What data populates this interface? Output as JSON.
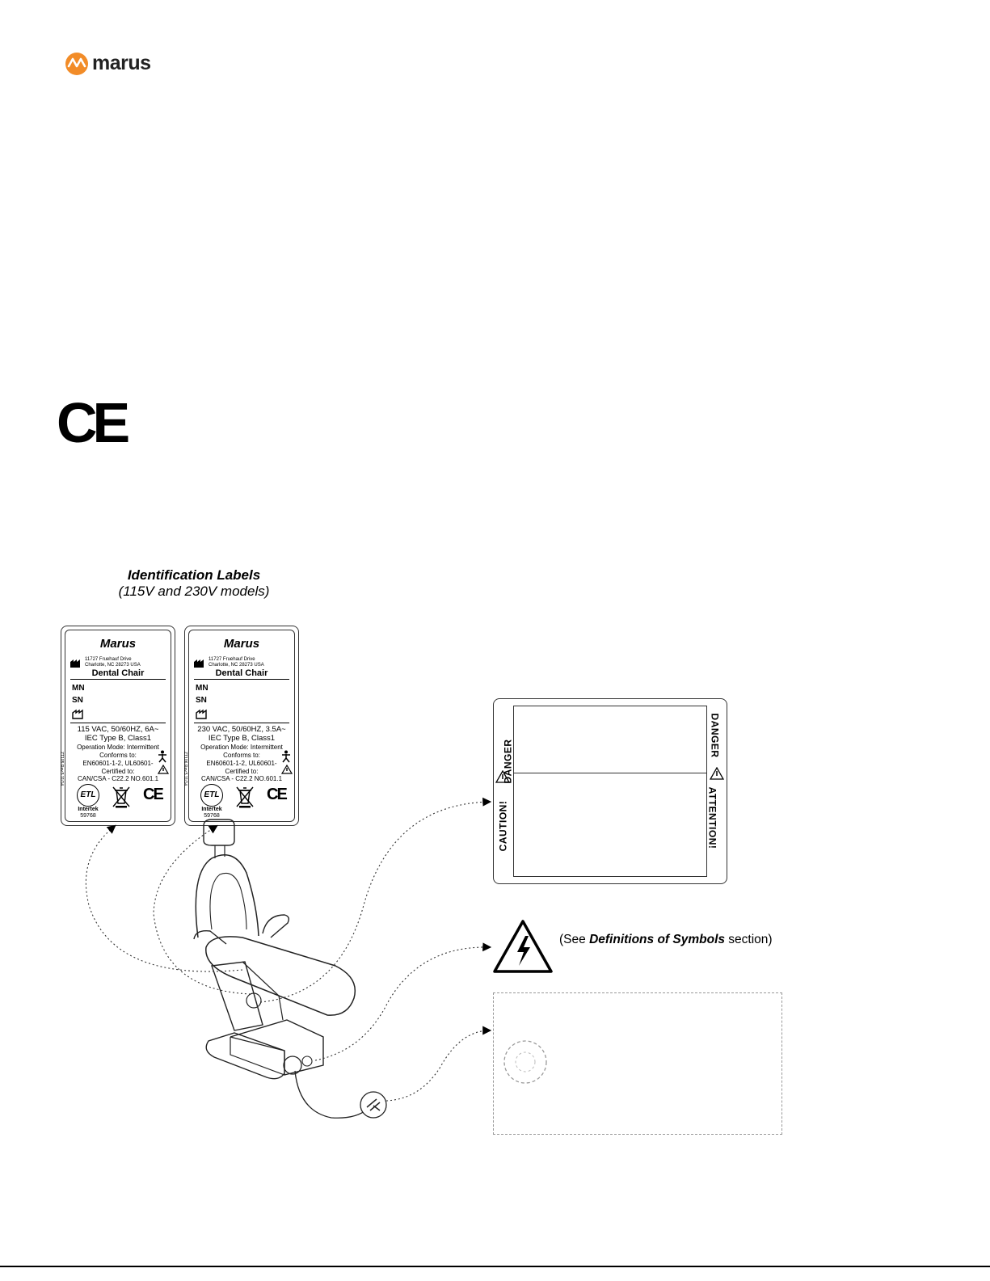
{
  "header": {
    "logo_text": "marus",
    "logo_icon": "marus-wave-icon"
  },
  "ce_mark": "CE",
  "labels_section": {
    "title": "Identification Labels",
    "subtitle": "(115V and 230V models)"
  },
  "id_labels": [
    {
      "brand": "Marus",
      "address_line1": "11727 Fruehauf Drive",
      "address_line2": "Charlotte, NC 28273 USA",
      "product": "Dental Chair",
      "mn": "MN",
      "sn": "SN",
      "spec1": "115 VAC, 50/60HZ, 6A~",
      "spec2": "IEC Type B, Class1",
      "mode": "Operation Mode: Intermittent",
      "conforms_label": "Conforms to:",
      "conforms": "EN60601-1-2, UL60601-",
      "certified_label": "Certified to:",
      "certified": "CAN/CSA - C22.2 NO.601.1",
      "etl": "ETL",
      "intertek": "Intertek",
      "intertek_num": "59768",
      "ce": "CE",
      "side_code": "ZT105 Rev.5 11/14"
    },
    {
      "brand": "Marus",
      "address_line1": "11727 Fruehauf Drive",
      "address_line2": "Charlotte, NC 28273 USA",
      "product": "Dental Chair",
      "mn": "MN",
      "sn": "SN",
      "spec1": "230 VAC, 50/60HZ, 3.5A~",
      "spec2": "IEC Type B, Class1",
      "mode": "Operation Mode: Intermittent",
      "conforms_label": "Conforms to:",
      "conforms": "EN60601-1-2, UL60601-",
      "certified_label": "Certified to:",
      "certified": "CAN/CSA - C22.2 NO.601.1",
      "etl": "ETL",
      "intertek": "Intertek",
      "intertek_num": "59768",
      "ce": "CE",
      "side_code": "ZT106 Rev.5 11/14"
    }
  ],
  "warning_label": {
    "left_top": "DANGER",
    "left_bottom": "CAUTION!",
    "right_top": "DANGER",
    "right_bottom": "ATTENTION!"
  },
  "symbol_note": {
    "prefix": "(See ",
    "bold": "Definitions of Symbols",
    "suffix": " section)"
  },
  "icons": [
    "high-voltage-warning-icon",
    "warning-triangle-icon",
    "dental-chair-illustration",
    "power-plug-icon"
  ]
}
